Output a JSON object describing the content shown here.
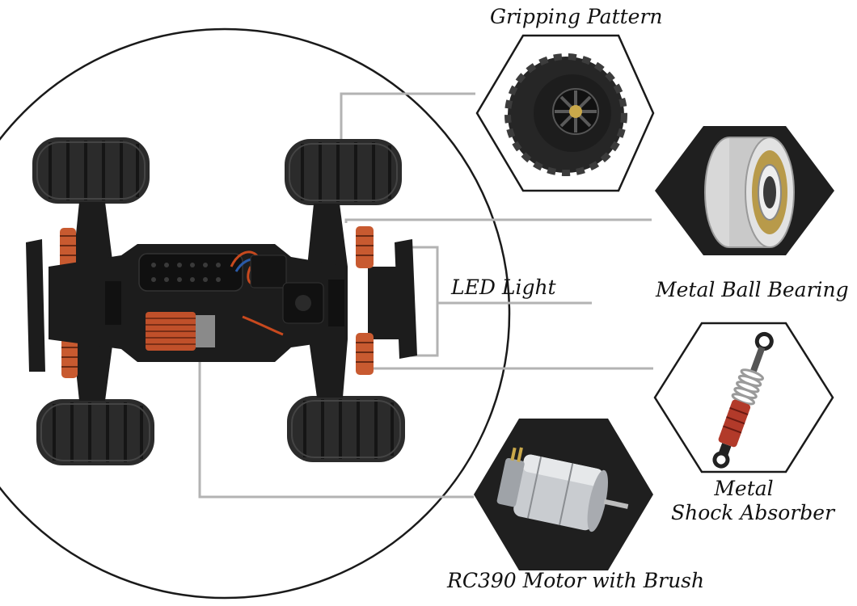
{
  "colors": {
    "background": "#ffffff",
    "circle_outline": "#1a1a1a",
    "leader_lines": "#b3b3b3",
    "hexagon_dark": "#1f1f1f",
    "hexagon_outline": "#1a1a1a",
    "tire": "#2b2b2b",
    "chassis": "#1c1c1c",
    "motor_can": "#c0502a",
    "shock_spring": "#b23a2a"
  },
  "callouts": {
    "gripping_pattern": {
      "label": "Gripping Pattern",
      "icon": "tire-icon",
      "hexagon_style": "outline"
    },
    "metal_ball_bearing": {
      "label": "Metal Ball Bearing",
      "icon": "ball-bearing-icon",
      "hexagon_style": "dark"
    },
    "led_light": {
      "label": "LED Light"
    },
    "metal_shock_absorber": {
      "label_line1": "Metal",
      "label_line2": "Shock Absorber",
      "icon": "shock-absorber-icon",
      "hexagon_style": "outline"
    },
    "rc390_motor": {
      "label": "RC390 Motor with Brush",
      "icon": "brushed-motor-icon",
      "hexagon_style": "dark"
    }
  },
  "main_image": {
    "icon": "rc-truck-chassis-top-view"
  }
}
